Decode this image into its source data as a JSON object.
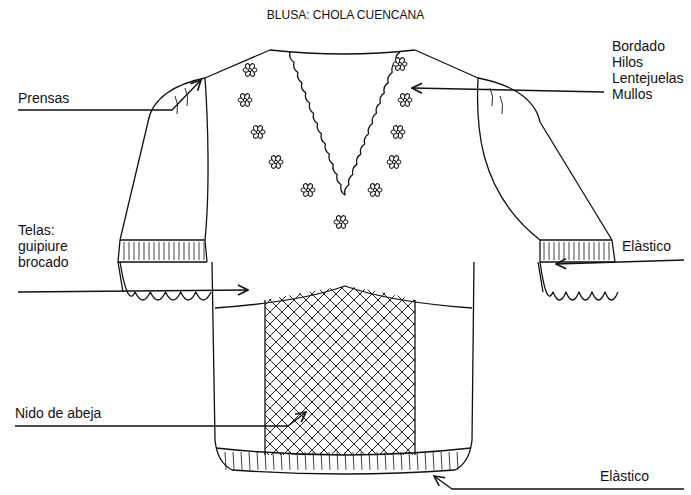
{
  "diagram": {
    "title": "BLUSA: CHOLA CUENCANA",
    "labels": [
      "Prensas",
      "Bordado Hilos Lentejuelas Mullos",
      "Telas: guipiure brocado",
      "Elàstico",
      "Nido de abeja",
      "Elàstico"
    ]
  }
}
